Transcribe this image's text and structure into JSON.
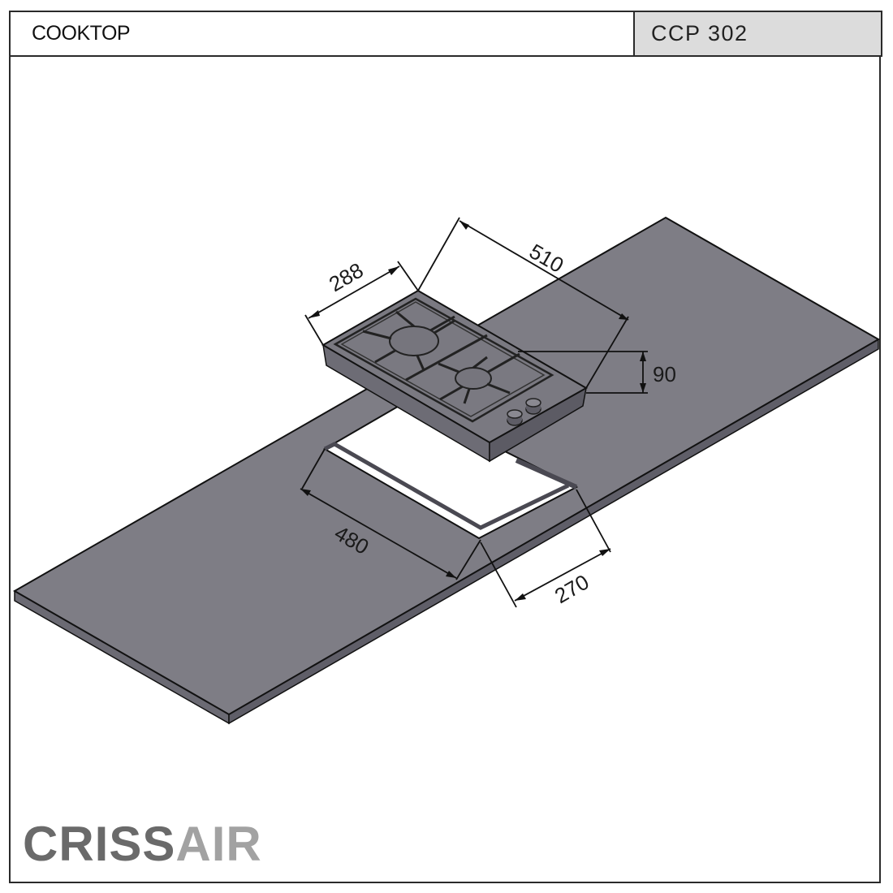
{
  "header": {
    "title": "COOKTOP",
    "model": "CCP 302"
  },
  "drawing": {
    "subject": "cooktop installation in countertop cutout",
    "burners": 2,
    "knobs": 2,
    "colors": {
      "countertop": "#7e7d85",
      "countertop_edge": "#6b6a73",
      "cooktop": "#75747c",
      "line": "#111111",
      "cutout": "#ffffff"
    },
    "dimensions": {
      "cooktop_width": "288",
      "cooktop_depth": "510",
      "cooktop_height": "90",
      "cutout_length": "480",
      "cutout_width": "270"
    }
  },
  "brand": {
    "logo_part1": "CRISS",
    "logo_part2": "AIR"
  }
}
